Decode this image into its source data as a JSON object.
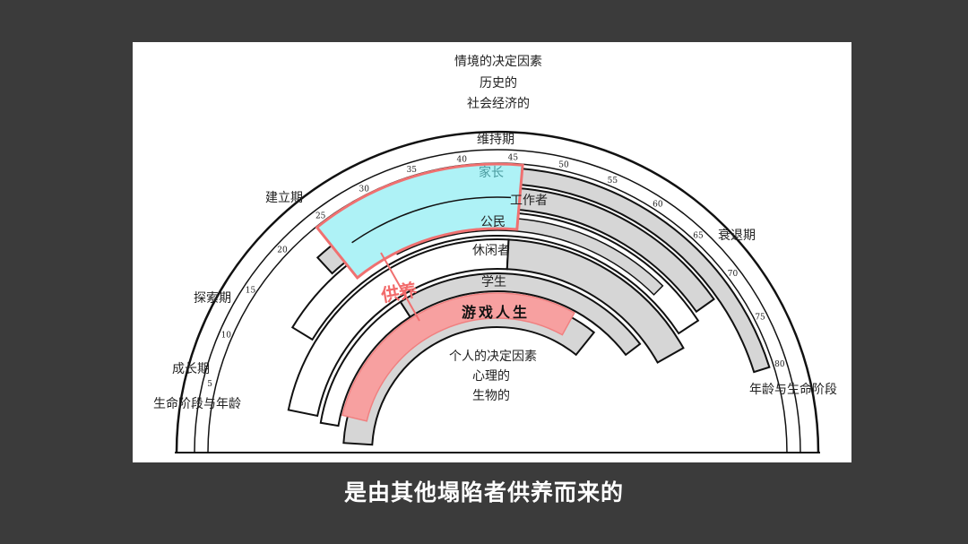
{
  "diagram": {
    "situational": [
      "情境的决定因素",
      "历史的",
      "社会经济的"
    ],
    "personal": [
      "个人的决定因素",
      "心理的",
      "生物的"
    ],
    "stages": {
      "growth": "成长期",
      "exploration": "探索期",
      "establishment": "建立期",
      "maintenance": "维持期",
      "decline": "衰退期"
    },
    "axis_left": "生命阶段与年龄",
    "axis_right": "年龄与生命阶段",
    "ages": [
      5,
      10,
      15,
      20,
      25,
      30,
      35,
      40,
      45,
      50,
      55,
      60,
      65,
      70,
      75,
      80
    ],
    "roles": {
      "homemaker": "家长",
      "worker": "工作者",
      "citizen": "公民",
      "leisurite": "休闲者",
      "student": "学生"
    },
    "annotation_feed": "供养",
    "annotation_play": "游戏人生",
    "colors": {
      "highlight_fill": "#aef2f6",
      "highlight_border": "#f07070",
      "play_fill": "#f7a0a0",
      "role_fill": "#d6d6d6"
    }
  },
  "caption": "是由其他塌陷者供养而来的"
}
